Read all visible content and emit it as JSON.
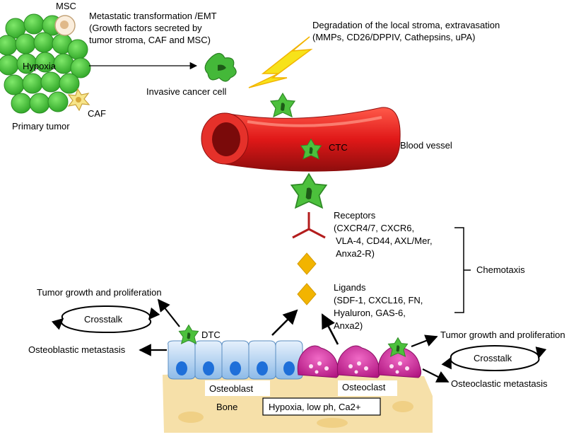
{
  "primary_tumor": {
    "msc": "MSC",
    "hypoxia": "Hypoxia",
    "caf": "CAF",
    "label": "Primary tumor"
  },
  "emt": {
    "line1": "Metastatic transformation /EMT",
    "line2": "(Growth factors secreted by",
    "line3": "tumor stroma, CAF and MSC)"
  },
  "invasive_cell": "Invasive cancer cell",
  "degradation": {
    "line1": "Degradation of the local stroma, extravasation",
    "line2": "(MMPs, CD26/DPPIV, Cathepsins, uPA)"
  },
  "ctc": "CTC",
  "blood_vessel": "Blood vessel",
  "receptors": {
    "line1": "Receptors",
    "line2": "(CXCR4/7, CXCR6,",
    "line3": "VLA-4, CD44, AXL/Mer,",
    "line4": "Anxa2-R)"
  },
  "chemotaxis": "Chemotaxis",
  "ligands": {
    "line1": "Ligands",
    "line2": "(SDF-1, CXCL16, FN,",
    "line3": "Hyaluron, GAS-6,",
    "line4": "Anxa2)"
  },
  "left": {
    "growth": "Tumor growth and proliferation",
    "crosstalk": "Crosstalk",
    "metastasis": "Osteoblastic metastasis"
  },
  "right": {
    "growth": "Tumor growth and proliferation",
    "crosstalk": "Crosstalk",
    "metastasis": "Osteoclastic metastasis"
  },
  "dtc": "DTC",
  "osteoblast": "Osteoblast",
  "osteoclast": "Osteoclast",
  "bone": "Bone",
  "microenv": "Hypoxia, low ph, Ca2+",
  "colors": {
    "tumor_green": "#3fbf35",
    "vessel_red": "#e01818",
    "bolt_yellow": "#f7e21a",
    "ligand_gold": "#f2b400",
    "receptor_red": "#b31d1d",
    "osteoblast_blue": "#a9cdf0",
    "nucleus_blue": "#1e6fd9",
    "osteoclast_magenta": "#d6249b",
    "bone_tan": "#f3d58c"
  }
}
